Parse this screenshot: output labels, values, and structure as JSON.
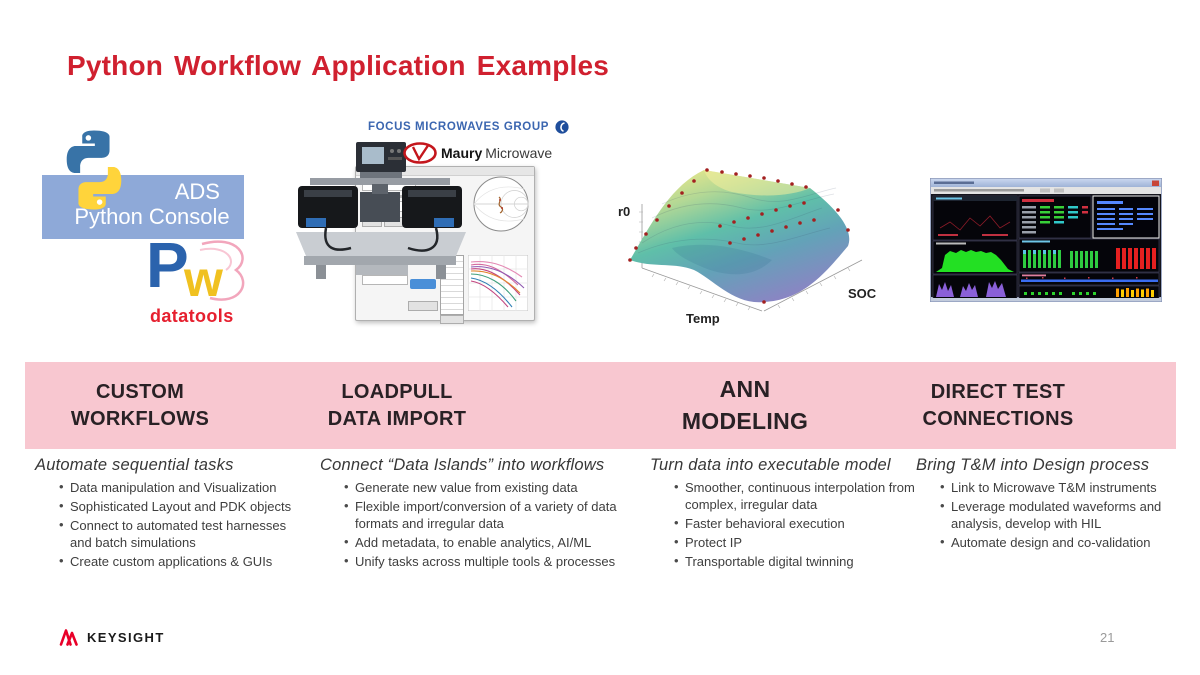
{
  "slide": {
    "title": "Python Workflow Application Examples",
    "page_number": "21"
  },
  "brand": {
    "keysight": "KEYSIGHT"
  },
  "examples": {
    "ads": {
      "line1": "ADS",
      "line2": "Python Console"
    },
    "pw": {
      "p": "P",
      "w": "w",
      "wordmark": "datatools"
    },
    "focus": {
      "header": "FOCUS MICROWAVES GROUP"
    },
    "maury": {
      "name_bold": "Maury",
      "name_light": "Microwave"
    },
    "surface_plot": {
      "z_label": "r0",
      "x_label": "Temp",
      "y_label": "SOC"
    }
  },
  "columns": [
    {
      "header_line1": "CUSTOM",
      "header_line2": "WORKFLOWS",
      "heading": "Automate sequential tasks",
      "bullets": [
        "Data manipulation and Visualization",
        "Sophisticated Layout and PDK objects",
        "Connect to automated test harnesses and batch simulations",
        "Create custom applications & GUIs"
      ]
    },
    {
      "header_line1": "LOADPULL",
      "header_line2": "DATA IMPORT",
      "heading": "Connect “Data Islands” into workflows",
      "bullets": [
        "Generate new value from existing data",
        "Flexible import/conversion of a variety of data formats and irregular data",
        "Add metadata, to enable analytics, AI/ML",
        "Unify tasks across multiple tools & processes"
      ]
    },
    {
      "header_line1": "ANN",
      "header_line2": "MODELING",
      "heading": "Turn data into executable model",
      "bullets": [
        "Smoother, continuous interpolation from complex, irregular data",
        "Faster behavioral execution",
        "Protect IP",
        "Transportable digital twinning"
      ]
    },
    {
      "header_line1": "DIRECT TEST",
      "header_line2": "CONNECTIONS",
      "heading": "Bring T&M into Design process",
      "bullets": [
        "Link to Microwave T&M instruments",
        "Leverage modulated waveforms and analysis, develop with HIL",
        "Automate design and co-validation"
      ]
    }
  ],
  "icons": {
    "keysight_spark": "red-pulse-zigzag",
    "python_logo": "two-snake-python-mark",
    "focus_globe": "blue-circle-swoosh",
    "maury_oval": "red-oval-checkmark-V"
  },
  "colors": {
    "accent_red": "#d0202f",
    "band_pink": "#f8c7d0",
    "keysight_red": "#e90029",
    "python_blue": "#3873a7",
    "python_yellow": "#ffd43b"
  }
}
